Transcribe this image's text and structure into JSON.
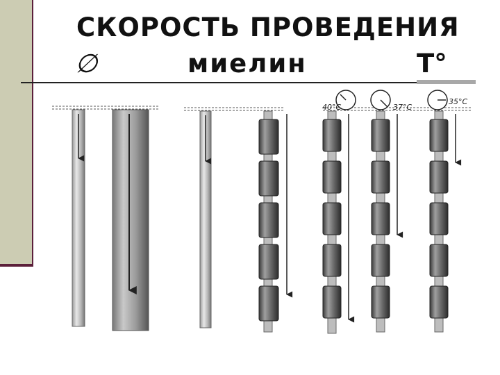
{
  "title": {
    "line1": "СКОРОСТЬ ПРОВЕДЕНИЯ",
    "diameter_symbol": "∅",
    "myelin_word": "миелин",
    "temperature_symbol": "T°"
  },
  "figure": {
    "groups": [
      "diameter",
      "myelin",
      "temperature"
    ],
    "temperature_labels": [
      "40°C",
      "37°C",
      "35°C"
    ],
    "colors": {
      "sidebar": "#ccccb3",
      "accent_line": "#5b1f3a"
    }
  }
}
